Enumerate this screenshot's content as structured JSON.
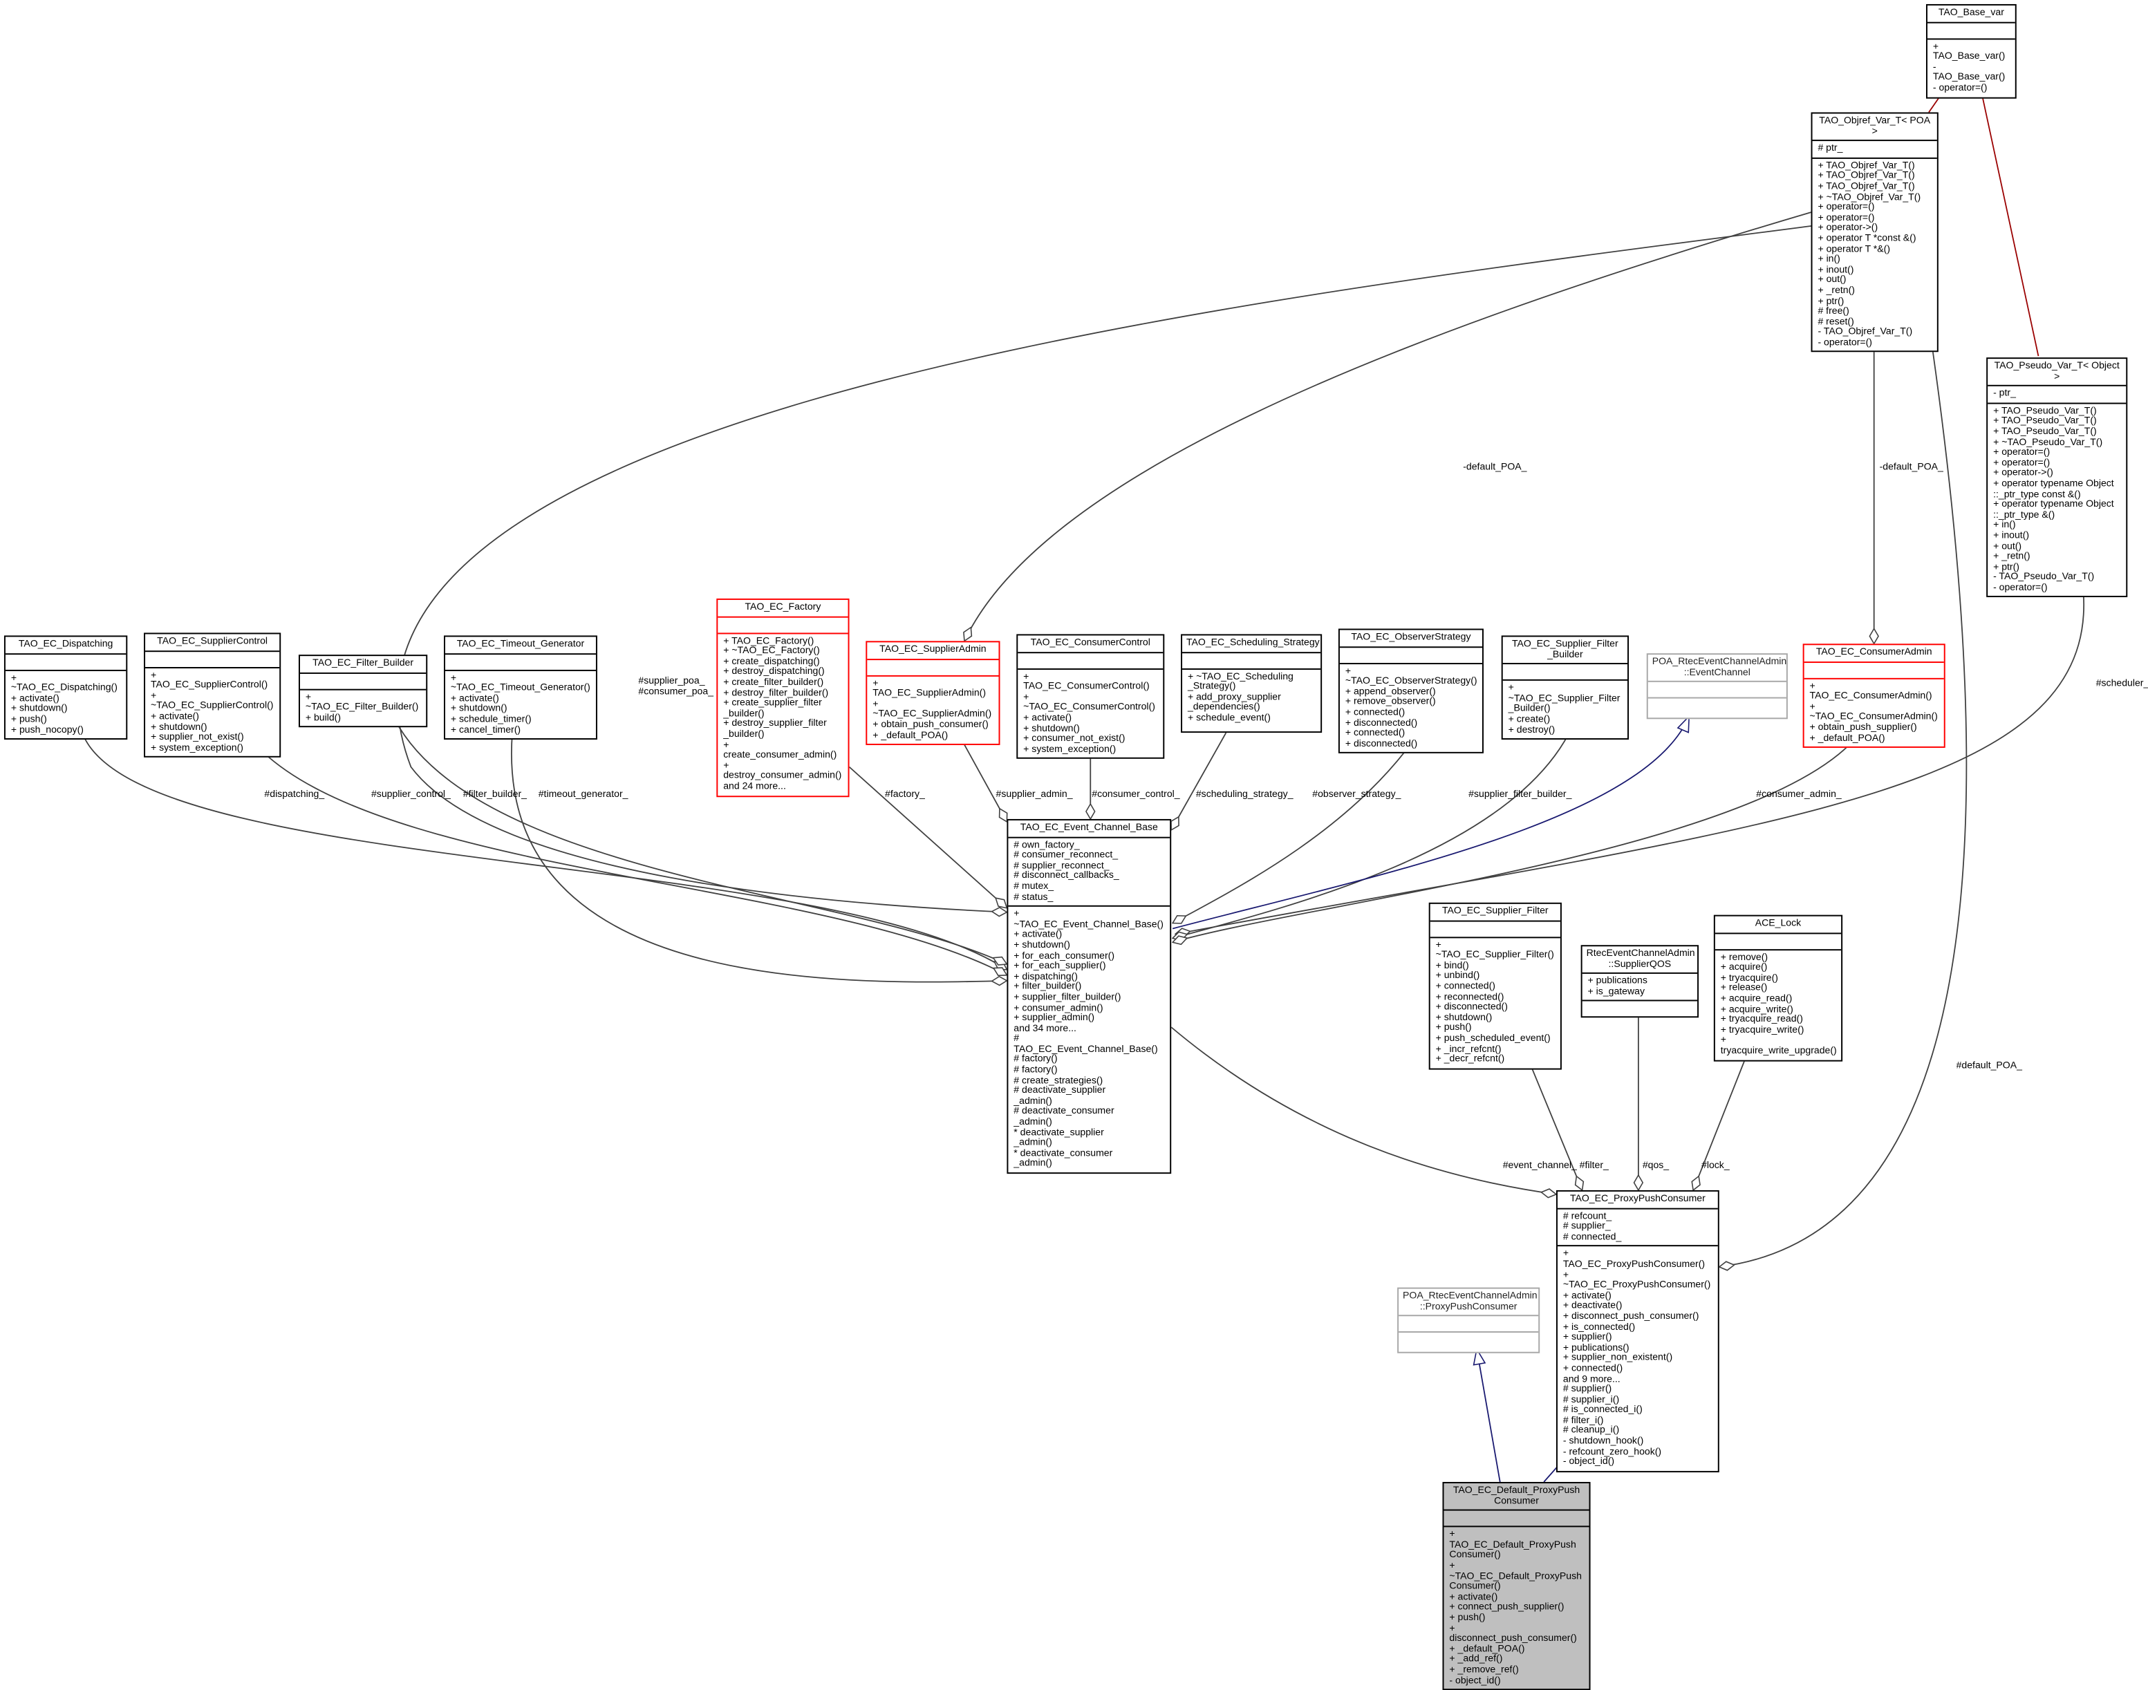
{
  "classes": [
    {
      "id": "base_var",
      "name": "TAO_Base_var",
      "style": "normal",
      "attrs": [],
      "methods": [
        "+ TAO_Base_var()",
        "- TAO_Base_var()",
        "- operator=()"
      ]
    },
    {
      "id": "objref",
      "name": "TAO_Objref_Var_T< POA >",
      "style": "normal",
      "attrs": [
        "# ptr_"
      ],
      "methods": [
        "+ TAO_Objref_Var_T()",
        "+ TAO_Objref_Var_T()",
        "+ TAO_Objref_Var_T()",
        "+ ~TAO_Objref_Var_T()",
        "+ operator=()",
        "+ operator=()",
        "+ operator->()",
        "+ operator T *const &()",
        "+ operator T *&()",
        "+ in()",
        "+ inout()",
        "+ out()",
        "+ _retn()",
        "+ ptr()",
        "# free()",
        "# reset()",
        "- TAO_Objref_Var_T()",
        "- operator=()"
      ]
    },
    {
      "id": "pseudo",
      "name": "TAO_Pseudo_Var_T< Object >",
      "style": "normal",
      "attrs": [
        "- ptr_"
      ],
      "methods": [
        "+ TAO_Pseudo_Var_T()",
        "+ TAO_Pseudo_Var_T()",
        "+ TAO_Pseudo_Var_T()",
        "+ ~TAO_Pseudo_Var_T()",
        "+ operator=()",
        "+ operator=()",
        "+ operator->()",
        "+ operator typename Object\n::_ptr_type const &()",
        "+ operator typename Object\n::_ptr_type &()",
        "+ in()",
        "+ inout()",
        "+ out()",
        "+ _retn()",
        "+ ptr()",
        "- TAO_Pseudo_Var_T()",
        "- operator=()"
      ]
    },
    {
      "id": "dispatching",
      "name": "TAO_EC_Dispatching",
      "style": "normal",
      "attrs": [],
      "methods": [
        "+ ~TAO_EC_Dispatching()",
        "+ activate()",
        "+ shutdown()",
        "+ push()",
        "+ push_nocopy()"
      ]
    },
    {
      "id": "supplier_control",
      "name": "TAO_EC_SupplierControl",
      "style": "normal",
      "attrs": [],
      "methods": [
        "+ TAO_EC_SupplierControl()",
        "+ ~TAO_EC_SupplierControl()",
        "+ activate()",
        "+ shutdown()",
        "+ supplier_not_exist()",
        "+ system_exception()"
      ]
    },
    {
      "id": "filter_builder",
      "name": "TAO_EC_Filter_Builder",
      "style": "normal",
      "attrs": [],
      "methods": [
        "+ ~TAO_EC_Filter_Builder()",
        "+ build()"
      ]
    },
    {
      "id": "timeout_gen",
      "name": "TAO_EC_Timeout_Generator",
      "style": "normal",
      "attrs": [],
      "methods": [
        "+ ~TAO_EC_Timeout_Generator()",
        "+ activate()",
        "+ shutdown()",
        "+ schedule_timer()",
        "+ cancel_timer()"
      ]
    },
    {
      "id": "factory",
      "name": "TAO_EC_Factory",
      "style": "red",
      "attrs": [],
      "methods": [
        "+ TAO_EC_Factory()",
        "+ ~TAO_EC_Factory()",
        "+ create_dispatching()",
        "+ destroy_dispatching()",
        "+ create_filter_builder()",
        "+ destroy_filter_builder()",
        "+ create_supplier_filter\n_builder()",
        "+ destroy_supplier_filter\n_builder()",
        "+ create_consumer_admin()",
        "+ destroy_consumer_admin()",
        "and 24 more..."
      ]
    },
    {
      "id": "supplier_admin",
      "name": "TAO_EC_SupplierAdmin",
      "style": "red",
      "attrs": [],
      "methods": [
        "+ TAO_EC_SupplierAdmin()",
        "+ ~TAO_EC_SupplierAdmin()",
        "+ obtain_push_consumer()",
        "+ _default_POA()"
      ]
    },
    {
      "id": "consumer_control",
      "name": "TAO_EC_ConsumerControl",
      "style": "normal",
      "attrs": [],
      "methods": [
        "+ TAO_EC_ConsumerControl()",
        "+ ~TAO_EC_ConsumerControl()",
        "+ activate()",
        "+ shutdown()",
        "+ consumer_not_exist()",
        "+ system_exception()"
      ]
    },
    {
      "id": "scheduling",
      "name": "TAO_EC_Scheduling_Strategy",
      "style": "normal",
      "attrs": [],
      "methods": [
        "+ ~TAO_EC_Scheduling\n_Strategy()",
        "+ add_proxy_supplier\n_dependencies()",
        "+ schedule_event()"
      ]
    },
    {
      "id": "observer",
      "name": "TAO_EC_ObserverStrategy",
      "style": "normal",
      "attrs": [],
      "methods": [
        "+ ~TAO_EC_ObserverStrategy()",
        "+ append_observer()",
        "+ remove_observer()",
        "+ connected()",
        "+ disconnected()",
        "+ connected()",
        "+ disconnected()"
      ]
    },
    {
      "id": "sfb",
      "name": "TAO_EC_Supplier_Filter\n_Builder",
      "style": "normal",
      "attrs": [],
      "methods": [
        "+ ~TAO_EC_Supplier_Filter\n_Builder()",
        "+ create()",
        "+ destroy()"
      ]
    },
    {
      "id": "poa_ec",
      "name": "POA_RtecEventChannelAdmin\n::EventChannel",
      "style": "gray",
      "attrs": [],
      "methods": []
    },
    {
      "id": "consumer_admin",
      "name": "TAO_EC_ConsumerAdmin",
      "style": "red",
      "attrs": [],
      "methods": [
        "+ TAO_EC_ConsumerAdmin()",
        "+ ~TAO_EC_ConsumerAdmin()",
        "+ obtain_push_supplier()",
        "+ _default_POA()"
      ]
    },
    {
      "id": "ecb",
      "name": "TAO_EC_Event_Channel_Base",
      "style": "normal",
      "attrs": [
        "# own_factory_",
        "# consumer_reconnect_",
        "# supplier_reconnect_",
        "# disconnect_callbacks_",
        "# mutex_",
        "# status_"
      ],
      "methods": [
        "+ ~TAO_EC_Event_Channel_Base()",
        "+ activate()",
        "+ shutdown()",
        "+ for_each_consumer()",
        "+ for_each_supplier()",
        "+ dispatching()",
        "+ filter_builder()",
        "+ supplier_filter_builder()",
        "+ consumer_admin()",
        "+ supplier_admin()",
        "and 34 more...",
        "# TAO_EC_Event_Channel_Base()",
        "# factory()",
        "# factory()",
        "# create_strategies()",
        "# deactivate_supplier\n_admin()",
        "# deactivate_consumer\n_admin()",
        "* deactivate_supplier\n_admin()",
        "* deactivate_consumer\n_admin()"
      ]
    },
    {
      "id": "supplier_filter",
      "name": "TAO_EC_Supplier_Filter",
      "style": "normal",
      "attrs": [],
      "methods": [
        "+ ~TAO_EC_Supplier_Filter()",
        "+ bind()",
        "+ unbind()",
        "+ connected()",
        "+ reconnected()",
        "+ disconnected()",
        "+ shutdown()",
        "+ push()",
        "+ push_scheduled_event()",
        "+ _incr_refcnt()",
        "+ _decr_refcnt()"
      ]
    },
    {
      "id": "qos",
      "name": "RtecEventChannelAdmin\n::SupplierQOS",
      "style": "normal",
      "attrs": [
        "+ publications",
        "+ is_gateway"
      ],
      "methods": []
    },
    {
      "id": "ace_lock",
      "name": "ACE_Lock",
      "style": "normal",
      "attrs": [],
      "methods": [
        "+ remove()",
        "+ acquire()",
        "+ tryacquire()",
        "+ release()",
        "+ acquire_read()",
        "+ acquire_write()",
        "+ tryacquire_read()",
        "+ tryacquire_write()",
        "+ tryacquire_write_upgrade()"
      ]
    },
    {
      "id": "ppc",
      "name": "TAO_EC_ProxyPushConsumer",
      "style": "normal",
      "attrs": [
        "# refcount_",
        "# supplier_",
        "# connected_"
      ],
      "methods": [
        "+ TAO_EC_ProxyPushConsumer()",
        "+ ~TAO_EC_ProxyPushConsumer()",
        "+ activate()",
        "+ deactivate()",
        "+ disconnect_push_consumer()",
        "+ is_connected()",
        "+ supplier()",
        "+ publications()",
        "+ supplier_non_existent()",
        "+ connected()",
        "and 9 more...",
        "# supplier()",
        "# supplier_i()",
        "# is_connected_i()",
        "# filter_i()",
        "# cleanup_i()",
        "- shutdown_hook()",
        "- refcount_zero_hook()",
        "- object_id()"
      ]
    },
    {
      "id": "poa_ppc",
      "name": "POA_RtecEventChannelAdmin\n::ProxyPushConsumer",
      "style": "gray",
      "attrs": [],
      "methods": []
    },
    {
      "id": "default_ppc",
      "name": "TAO_EC_Default_ProxyPush\nConsumer",
      "style": "hl",
      "attrs": [],
      "methods": [
        "+ TAO_EC_Default_ProxyPush\nConsumer()",
        "+ ~TAO_EC_Default_ProxyPush\nConsumer()",
        "+ activate()",
        "+ connect_push_supplier()",
        "+ push()",
        "+ disconnect_push_consumer()",
        "+ _default_POA()",
        "+ _add_ref()",
        "+ _remove_ref()",
        "- object_id()"
      ]
    }
  ],
  "edges": [
    {
      "id": "e1",
      "kind": "inherit-red",
      "label": ""
    },
    {
      "id": "e2",
      "kind": "inherit-red",
      "label": ""
    },
    {
      "id": "e3",
      "kind": "assoc",
      "label": "-default_POA_"
    },
    {
      "id": "e4",
      "kind": "assoc",
      "label": "#supplier_poa_\n#consumer_poa_"
    },
    {
      "id": "e5",
      "kind": "assoc",
      "label": "-default_POA_"
    },
    {
      "id": "e6",
      "kind": "assoc",
      "label": "#default_POA_"
    },
    {
      "id": "e7",
      "kind": "assoc",
      "label": "#scheduler_"
    },
    {
      "id": "e8",
      "kind": "assoc",
      "label": "#dispatching_"
    },
    {
      "id": "e9",
      "kind": "assoc",
      "label": "#supplier_control_"
    },
    {
      "id": "e10",
      "kind": "assoc",
      "label": "#filter_builder_"
    },
    {
      "id": "e11",
      "kind": "assoc",
      "label": "#timeout_generator_"
    },
    {
      "id": "e12",
      "kind": "assoc",
      "label": "#factory_"
    },
    {
      "id": "e13",
      "kind": "assoc",
      "label": "#supplier_admin_"
    },
    {
      "id": "e14",
      "kind": "assoc",
      "label": "#consumer_control_"
    },
    {
      "id": "e15",
      "kind": "assoc",
      "label": "#scheduling_strategy_"
    },
    {
      "id": "e16",
      "kind": "assoc",
      "label": "#observer_strategy_"
    },
    {
      "id": "e17",
      "kind": "assoc",
      "label": "#supplier_filter_builder_"
    },
    {
      "id": "e18",
      "kind": "inherit-blue",
      "label": ""
    },
    {
      "id": "e19",
      "kind": "assoc",
      "label": "#consumer_admin_"
    },
    {
      "id": "e20",
      "kind": "assoc",
      "label": "#event_channel_"
    },
    {
      "id": "e21",
      "kind": "assoc",
      "label": "#filter_"
    },
    {
      "id": "e22",
      "kind": "assoc",
      "label": "#qos_"
    },
    {
      "id": "e23",
      "kind": "assoc",
      "label": "#lock_"
    },
    {
      "id": "e24",
      "kind": "inherit-blue",
      "label": ""
    },
    {
      "id": "e25",
      "kind": "inherit-blue",
      "label": ""
    }
  ],
  "colors": {
    "edge": "#404040",
    "inherit_blue": "#191970",
    "inherit_red": "#9a0000",
    "highlight": "#bfbfbf",
    "red_border": "#ff0000",
    "gray_border": "#a8a8a8"
  }
}
